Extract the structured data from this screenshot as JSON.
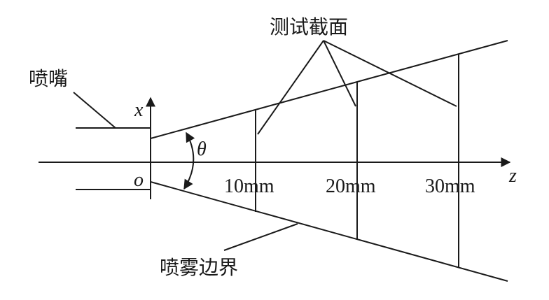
{
  "labels": {
    "test_sections": "测试截面",
    "nozzle": "喷嘴",
    "spray_boundary": "喷雾边界",
    "x_axis": "x",
    "z_axis": "z",
    "origin": "o",
    "angle": "θ",
    "section_10": "10mm",
    "section_20": "20mm",
    "section_30": "30mm"
  },
  "colors": {
    "line": "#1a1a1a",
    "background": "#ffffff"
  }
}
